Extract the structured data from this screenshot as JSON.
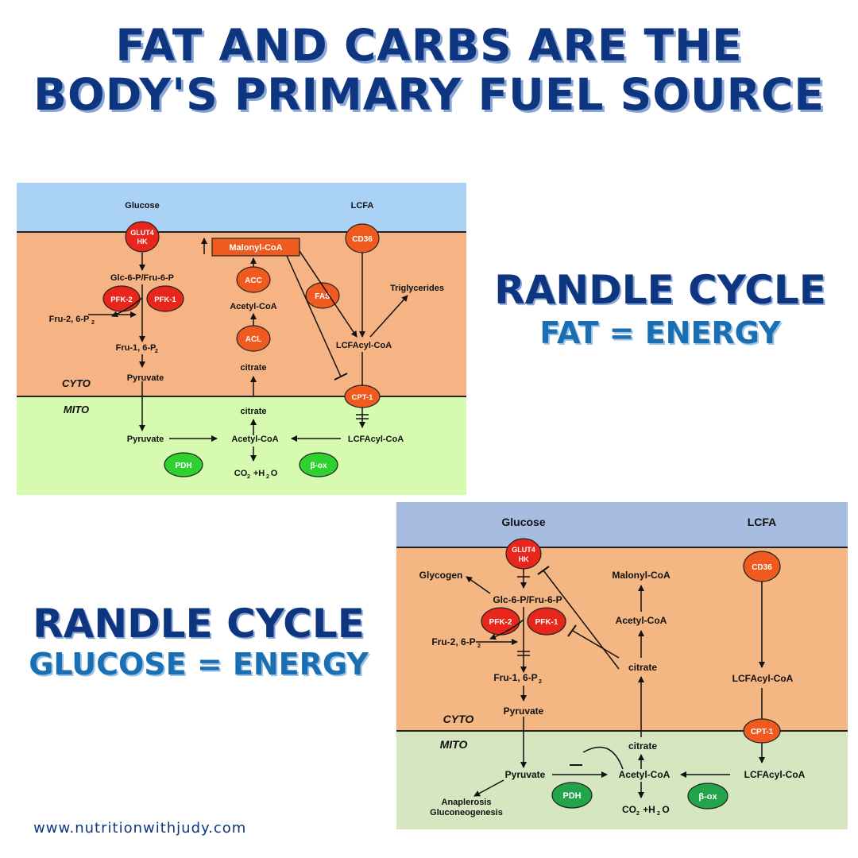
{
  "title": {
    "line1": "FAT AND CARBS ARE THE",
    "line2": "BODY'S PRIMARY FUEL SOURCE"
  },
  "fat_section": {
    "heading": "RANDLE CYCLE",
    "subheading": "FAT = ENERGY"
  },
  "glucose_section": {
    "heading": "RANDLE CYCLE",
    "subheading": "GLUCOSE = ENERGY"
  },
  "footer": {
    "url": "www.nutritionwithjudy.com"
  },
  "colors": {
    "brand_navy": "#0d3580",
    "brand_blue": "#1a6fb3",
    "enzyme_red": "#e8261c",
    "enzyme_orange": "#f05a1e",
    "enzyme_green": "#2fd12f"
  },
  "diagram1": {
    "glucose": "Glucose",
    "lcfa": "LCFA",
    "glut4": "GLUT4",
    "hk": "HK",
    "cd36": "CD36",
    "malonyl": "Malonyl-CoA",
    "glc6p": "Glc-6-P/Fru-6-P",
    "pfk2": "PFK-2",
    "pfk1": "PFK-1",
    "fru26": "Fru-2, 6-P",
    "acc": "ACC",
    "fas": "FAS",
    "triglycerides": "Triglycerides",
    "acetylcoa_cyto": "Acetyl-CoA",
    "acl": "ACL",
    "fru16": "Fru-1, 6-P",
    "lcfacyl_cyto": "LCFAcyl-CoA",
    "pyruvate_cyto": "Pyruvate",
    "citrate_cyto": "citrate",
    "cyto": "CYTO",
    "mito": "MITO",
    "cpt1": "CPT-1",
    "citrate_mito": "citrate",
    "pyruvate_mito": "Pyruvate",
    "acetylcoa_mito": "Acetyl-CoA",
    "lcfacyl_mito": "LCFAcyl-CoA",
    "pdh": "PDH",
    "box": "β-ox",
    "co2": "CO",
    "h2o": "+H",
    "o": "O",
    "sub2": "2"
  },
  "diagram2": {
    "glucose": "Glucose",
    "lcfa": "LCFA",
    "glut4": "GLUT4",
    "hk": "HK",
    "cd36": "CD36",
    "glycogen": "Glycogen",
    "malonyl": "Malonyl-CoA",
    "glc6p": "Glc-6-P/Fru-6-P",
    "pfk2": "PFK-2",
    "pfk1": "PFK-1",
    "acetylcoa_cyto": "Acetyl-CoA",
    "fru26": "Fru-2, 6-P",
    "citrate_cyto": "citrate",
    "fru16": "Fru-1, 6-P",
    "lcfacyl_cyto": "LCFAcyl-CoA",
    "pyruvate_cyto": "Pyruvate",
    "cyto": "CYTO",
    "mito": "MITO",
    "cpt1": "CPT-1",
    "citrate_mito": "citrate",
    "pyruvate_mito": "Pyruvate",
    "acetylcoa_mito": "Acetyl-CoA",
    "lcfacyl_mito": "LCFAcyl-CoA",
    "anaplerosis": "Anaplerosis",
    "gluconeogenesis": "Gluconeogenesis",
    "pdh": "PDH",
    "box": "β-ox",
    "co2": "CO",
    "h2o": "+H",
    "o": "O",
    "sub2": "2"
  }
}
